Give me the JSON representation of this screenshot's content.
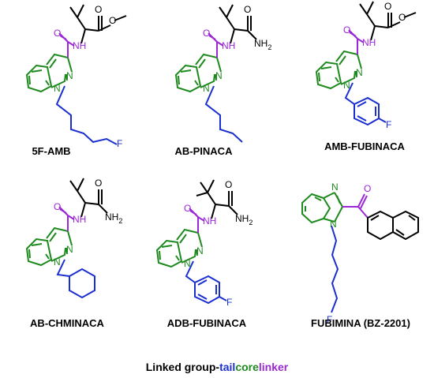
{
  "colors": {
    "core": "#1e8a1e",
    "linker": "#9b27d6",
    "tail": "#1b2fd0",
    "group": "#000000"
  },
  "atoms": {
    "o": "O",
    "n": "N",
    "nh": "NH",
    "nh2": "NH",
    "nh2_sub": "2",
    "f": "F"
  },
  "compounds": [
    {
      "label": "5F-AMB"
    },
    {
      "label": "AB-PINACA"
    },
    {
      "label": "AMB-FUBINACA"
    },
    {
      "label": "AB-CHMINACA"
    },
    {
      "label": "ADB-FUBINACA"
    },
    {
      "label": "FUBIMINA (BZ-2201)"
    }
  ],
  "legend": {
    "prefix": "Linked group-",
    "tail": "tail",
    "core": "core",
    "linker": "linker"
  }
}
